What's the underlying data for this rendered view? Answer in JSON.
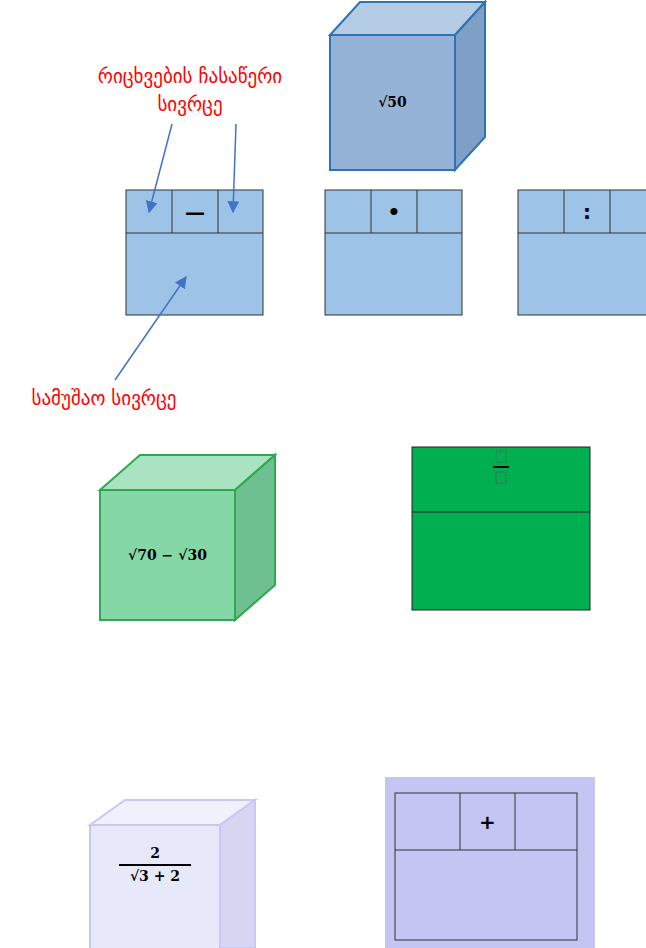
{
  "diagram": {
    "nodes": [
      {
        "text": [
          "√50"
        ]
      },
      {
        "text": [
          "—"
        ]
      },
      {
        "text": [
          "•"
        ]
      },
      {
        "text": [
          ":"
        ]
      },
      {
        "text": [
          "√70 − √30"
        ]
      },
      {
        "text": [
          "2",
          "√3 + 2"
        ]
      },
      {
        "text": [
          "+"
        ]
      }
    ],
    "labels": [
      "რიცხვების ჩასაწერი სივრცე",
      "სამუშაო სივრცე"
    ]
  }
}
